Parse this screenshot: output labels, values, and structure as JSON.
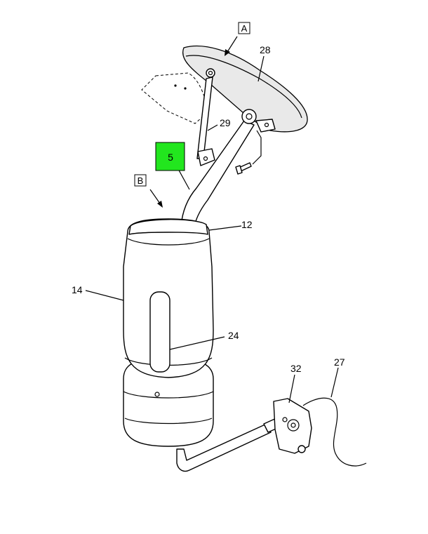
{
  "labels": {
    "box_a": "A",
    "box_b": "B",
    "highlighted": "5",
    "p28": "28",
    "p29": "29",
    "p12": "12",
    "p14": "14",
    "p24": "24",
    "p32": "32",
    "p27": "27"
  },
  "colors": {
    "highlight": "#22e61e",
    "line": "#000000",
    "shade": "#e9e9e9"
  }
}
